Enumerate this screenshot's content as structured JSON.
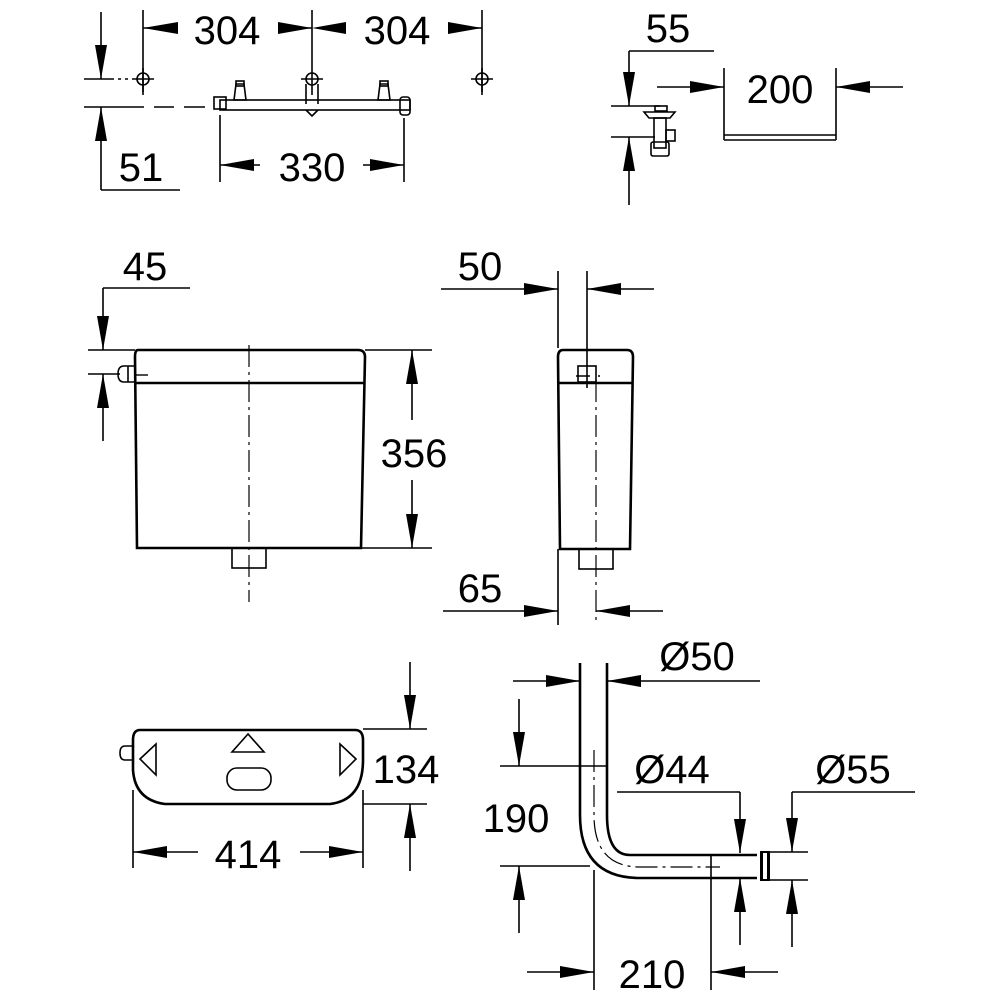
{
  "drawing": {
    "subject": "Exposed cistern dimensional drawing",
    "units": "mm",
    "views": {
      "bracket_top": {
        "dims": {
          "left_spacing": "304",
          "right_spacing": "304",
          "bracket_width": "330",
          "vertical_offset": "51"
        }
      },
      "valve_detail": {
        "dims": {
          "valve_height": "55",
          "connection_width": "200"
        }
      },
      "front_view": {
        "dims": {
          "lever_offset": "45",
          "height": "356"
        }
      },
      "side_view": {
        "dims": {
          "depth_top": "50",
          "depth_bottom": "65"
        }
      },
      "top_view": {
        "dims": {
          "width": "414",
          "depth": "134"
        }
      },
      "flush_pipe": {
        "dims": {
          "diameter_top": "Ø50",
          "diameter_outlet": "Ø44",
          "diameter_connector": "Ø55",
          "height": "190",
          "length": "210"
        }
      }
    }
  }
}
